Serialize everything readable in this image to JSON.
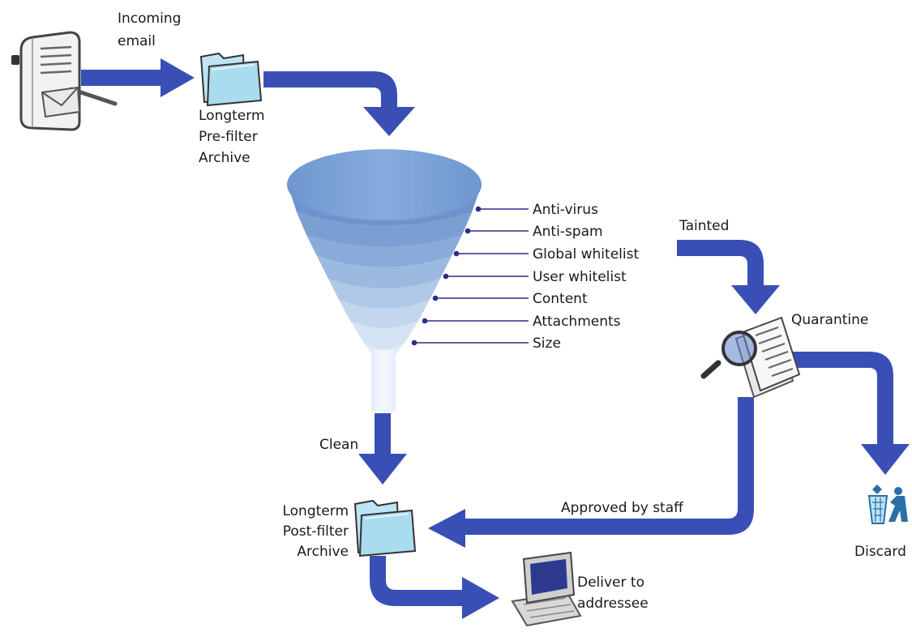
{
  "labels": {
    "incoming_line1": "Incoming",
    "incoming_line2": "email",
    "pre_line1": "Longterm",
    "pre_line2": "Pre-filter",
    "pre_line3": "Archive",
    "tainted": "Tainted",
    "quarantine": "Quarantine",
    "clean": "Clean",
    "approved": "Approved by staff",
    "post_line1": "Longterm",
    "post_line2": "Post-filter",
    "post_line3": "Archive",
    "deliver_line1": "Deliver to",
    "deliver_line2": "addressee",
    "discard": "Discard"
  },
  "filters": [
    "Anti-virus",
    "Anti-spam",
    "Global whitelist",
    "User whitelist",
    "Content",
    "Attachments",
    "Size"
  ],
  "colors": {
    "arrow": "#3a4fb5",
    "funnel_dark": "#7aa0d6",
    "funnel_light": "#d6e6f6",
    "folder": "#a9dcef",
    "leader": "#2b2d8a"
  }
}
